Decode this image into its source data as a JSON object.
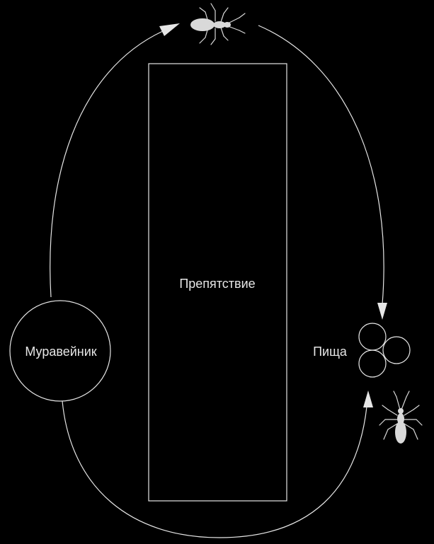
{
  "labels": {
    "nest": "Муравейник",
    "obstacle": "Препятствие",
    "food": "Пища"
  },
  "colors": {
    "background": "#000000",
    "stroke": "#e6e6e6",
    "ant_fill": "#d9d9d9"
  },
  "icons": {
    "top_ant": "ant-icon",
    "bottom_ant": "ant-icon",
    "food": "food-pellets-icon"
  }
}
